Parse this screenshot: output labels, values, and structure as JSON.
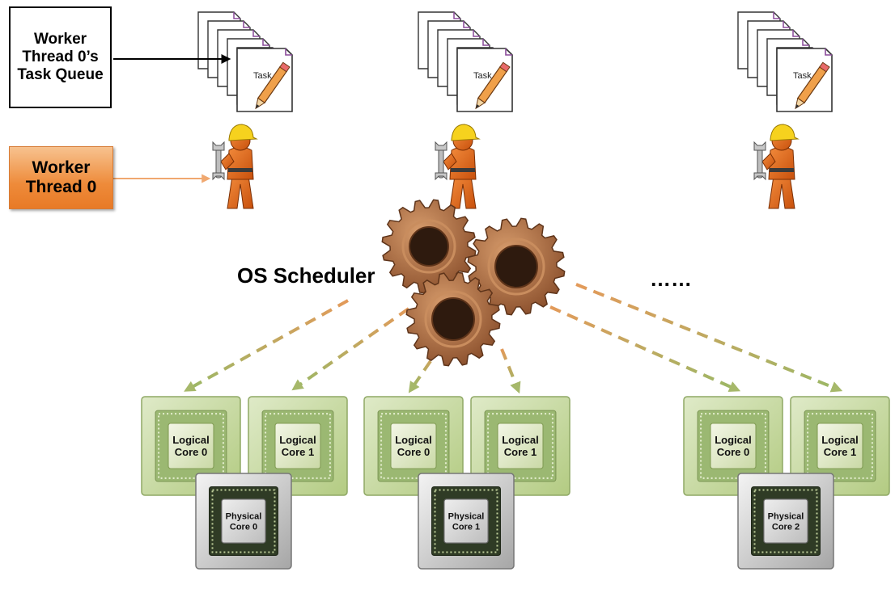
{
  "labels": {
    "task_queue": "Worker\nThread 0’s\nTask Queue",
    "worker_thread": "Worker\nThread 0",
    "scheduler": "OS Scheduler",
    "more": "……",
    "task_sheet": "Task"
  },
  "cores": [
    {
      "physical": [
        "Physical",
        "Core 0"
      ],
      "logical": [
        [
          "Logical",
          "Core 0"
        ],
        [
          "Logical",
          "Core 1"
        ]
      ]
    },
    {
      "physical": [
        "Physical",
        "Core 1"
      ],
      "logical": [
        [
          "Logical",
          "Core 0"
        ],
        [
          "Logical",
          "Core 1"
        ]
      ]
    },
    {
      "physical": [
        "Physical",
        "Core 2"
      ],
      "logical": [
        [
          "Logical",
          "Core 0"
        ],
        [
          "Logical",
          "Core 1"
        ]
      ]
    }
  ],
  "colors": {
    "worker_box": "#ee8b3a",
    "arrow": "#d49a5e",
    "arrow_alt": "#a9b868",
    "logical_chip": "#b6cf8a",
    "physical_chip": "#c9c9c9",
    "gear": "#a86c43"
  }
}
